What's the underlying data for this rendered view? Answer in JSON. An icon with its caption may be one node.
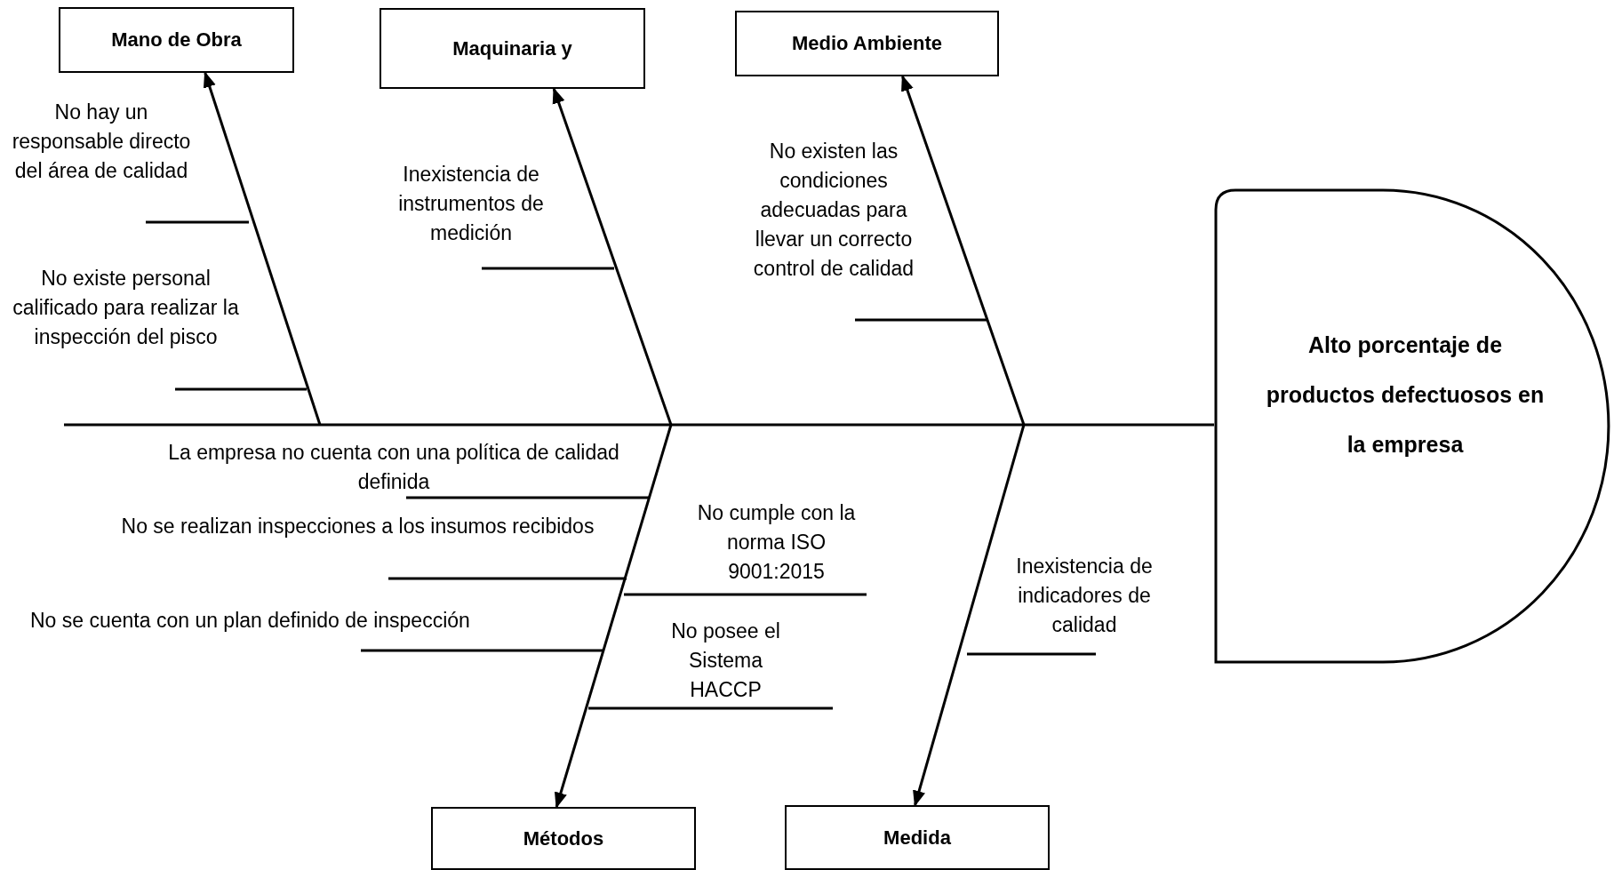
{
  "diagram": {
    "nodes": [
      {
        "text": [
          "Mano de Obra"
        ]
      },
      {
        "text": [
          "Maquinaria y"
        ]
      },
      {
        "text": [
          "Medio Ambiente"
        ]
      },
      {
        "text": [
          "Alto porcentaje de productos defectuosos en la empresa"
        ]
      },
      {
        "text": [
          "Métodos"
        ]
      },
      {
        "text": [
          "Medida"
        ]
      }
    ],
    "edges": [
      {
        "from": null,
        "to": 0,
        "arrow": "to"
      },
      {
        "from": null,
        "to": 1,
        "arrow": "to"
      },
      {
        "from": null,
        "to": 2,
        "arrow": "to"
      },
      {
        "from": null,
        "to": 4,
        "arrow": "to"
      },
      {
        "from": null,
        "to": 5,
        "arrow": "to"
      },
      {
        "from": null,
        "to": 3,
        "arrow": "none"
      }
    ],
    "labels": [
      "No hay un responsable directo del área de calidad",
      "Inexistencia de instrumentos de medición",
      "No existen las condiciones adecuadas para llevar un correcto control de calidad",
      "No existe personal calificado para realizar la inspección del pisco",
      "La empresa no cuenta con una política de calidad definida",
      "No cumple con la norma ISO 9001:2015",
      "No se realizan inspecciones a los insumos recibidos",
      "Inexistencia de indicadores de calidad",
      "No se cuenta con un plan definido de inspección",
      "No posee el Sistema HACCP"
    ]
  }
}
